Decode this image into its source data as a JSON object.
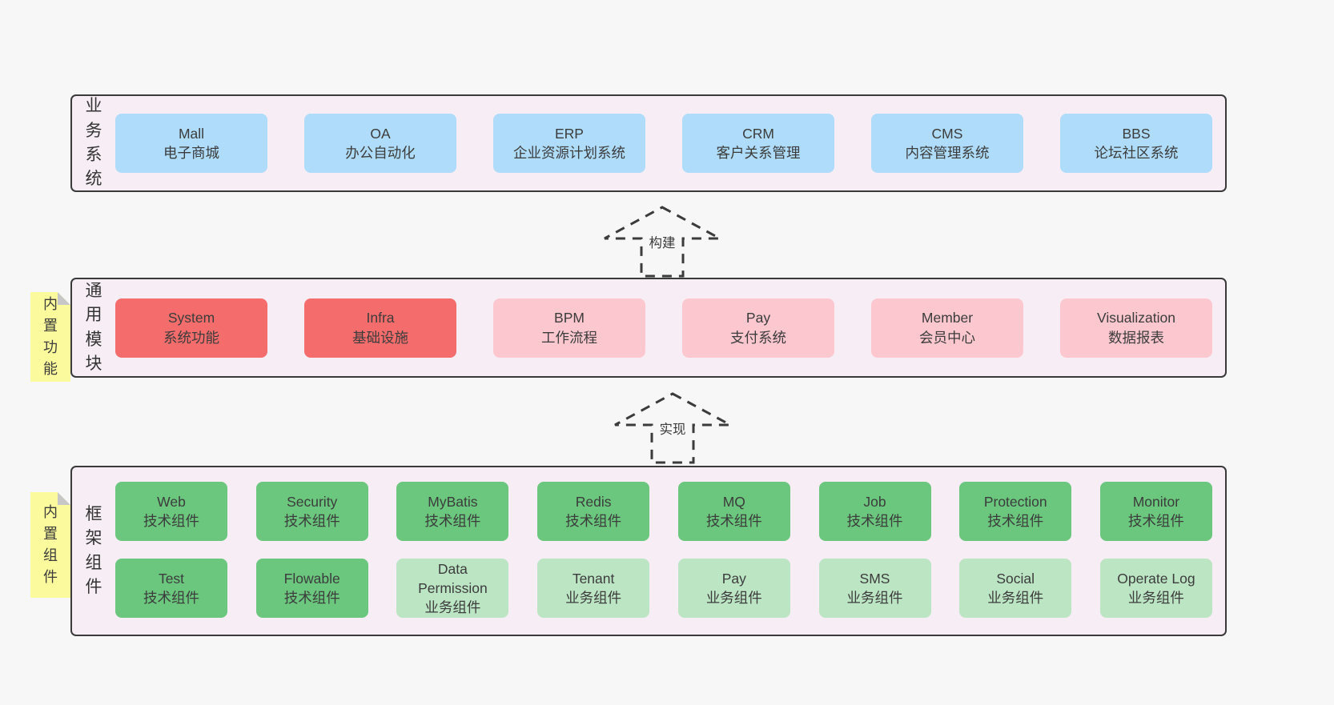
{
  "canvas": {
    "background": "#f7f7f7"
  },
  "colors": {
    "band_background": "#f6edf5",
    "band_border": "#3a3a3a",
    "business_system_box": "#aedcfa",
    "core_module_box": "#f56c6c",
    "module_box": "#fdc7cf",
    "tech_component_box": "#6ac77d",
    "biz_component_box": "#bce5c4",
    "sticky_note": "#fbfa9d",
    "sticky_note_fold": "#c7c7c7",
    "text": "#3c3c3c"
  },
  "arrows": [
    {
      "label": "构建"
    },
    {
      "label": "实现"
    }
  ],
  "bands": [
    {
      "label": "业务系统",
      "rows": [
        [
          {
            "name": "Mall",
            "desc": "电子商城"
          },
          {
            "name": "OA",
            "desc": "办公自动化"
          },
          {
            "name": "ERP",
            "desc": "企业资源计划系统"
          },
          {
            "name": "CRM",
            "desc": "客户关系管理"
          },
          {
            "name": "CMS",
            "desc": "内容管理系统"
          },
          {
            "name": "BBS",
            "desc": "论坛社区系统"
          }
        ]
      ]
    },
    {
      "label": "通用模块",
      "note": "内置功能",
      "rows": [
        [
          {
            "name": "System",
            "desc": "系统功能"
          },
          {
            "name": "Infra",
            "desc": "基础设施"
          },
          {
            "name": "BPM",
            "desc": "工作流程"
          },
          {
            "name": "Pay",
            "desc": "支付系统"
          },
          {
            "name": "Member",
            "desc": "会员中心"
          },
          {
            "name": "Visualization",
            "desc": "数据报表"
          }
        ]
      ]
    },
    {
      "label": "框架组件",
      "note": "内置组件",
      "rows": [
        [
          {
            "name": "Web",
            "desc": "技术组件"
          },
          {
            "name": "Security",
            "desc": "技术组件"
          },
          {
            "name": "MyBatis",
            "desc": "技术组件"
          },
          {
            "name": "Redis",
            "desc": "技术组件"
          },
          {
            "name": "MQ",
            "desc": "技术组件"
          },
          {
            "name": "Job",
            "desc": "技术组件"
          },
          {
            "name": "Protection",
            "desc": "技术组件"
          },
          {
            "name": "Monitor",
            "desc": "技术组件"
          }
        ],
        [
          {
            "name": "Test",
            "desc": "技术组件"
          },
          {
            "name": "Flowable",
            "desc": "技术组件"
          },
          {
            "name": "Data Permission",
            "desc": "业务组件"
          },
          {
            "name": "Tenant",
            "desc": "业务组件"
          },
          {
            "name": "Pay",
            "desc": "业务组件"
          },
          {
            "name": "SMS",
            "desc": "业务组件"
          },
          {
            "name": "Social",
            "desc": "业务组件"
          },
          {
            "name": "Operate Log",
            "desc": "业务组件"
          }
        ]
      ]
    }
  ]
}
